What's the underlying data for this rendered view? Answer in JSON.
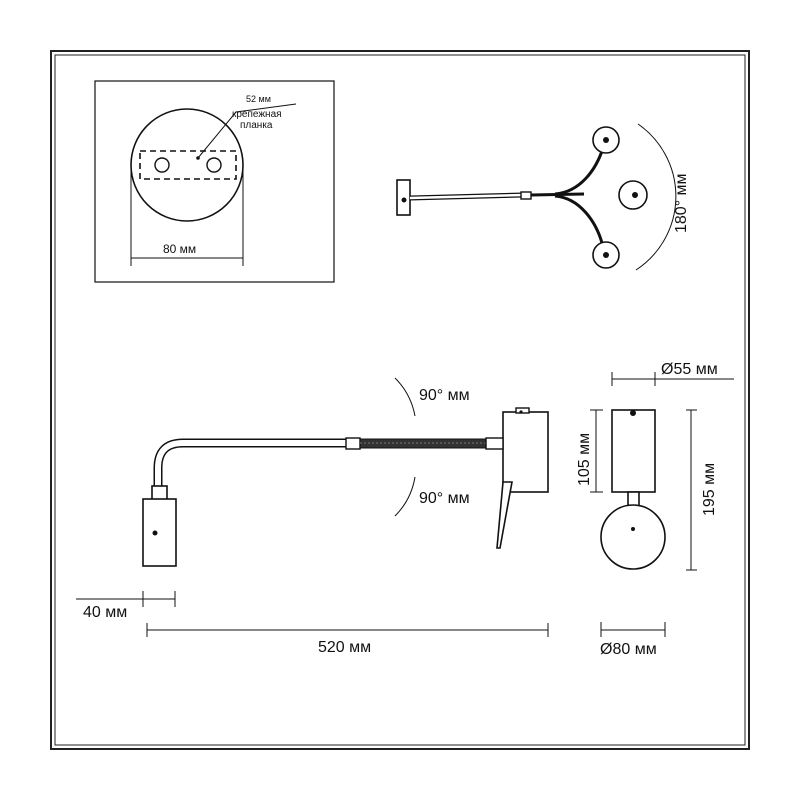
{
  "labels": {
    "plate_width": "52 мм",
    "plate_name_line1": "крепежная",
    "plate_name_line2": "планка",
    "base_diameter_top": "80 мм",
    "rotation_angle": "180° мм",
    "tilt_up": "90° мм",
    "tilt_down": "90° мм",
    "head_diameter": "Ø55 мм",
    "box_height": "105 мм",
    "total_height": "195 мм",
    "head_length": "40 мм",
    "total_length": "520 мм",
    "base_diameter": "Ø80 мм"
  },
  "colors": {
    "line": "#111111",
    "frame": "#222222",
    "background": "#ffffff"
  }
}
